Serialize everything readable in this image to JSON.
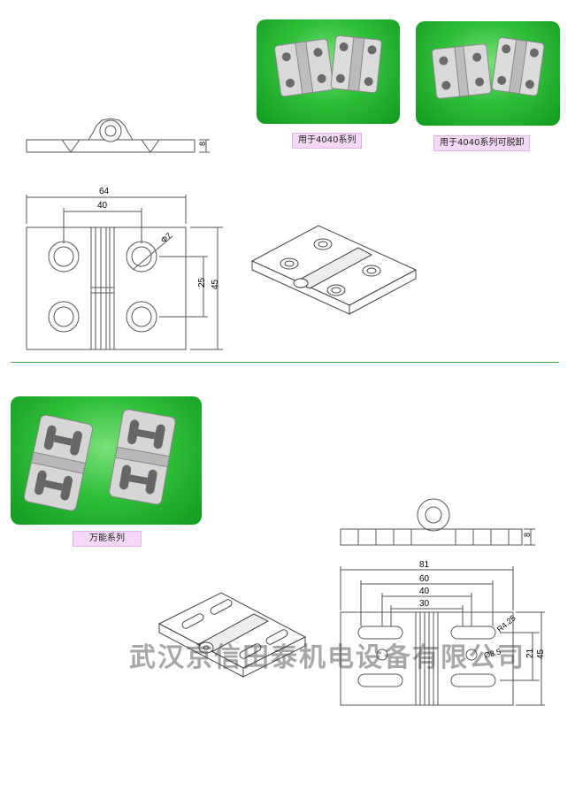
{
  "captions": {
    "series_4040": "用于4040系列",
    "series_4040_detachable": "用于4040系列可脱卸",
    "universal": "万能系列"
  },
  "dims_top": {
    "thickness": "8",
    "width": "64",
    "hole_spacing": "40",
    "hole_dia": "Φ7",
    "vert_spacing": "25",
    "height": "45"
  },
  "dims_bottom": {
    "thickness": "8",
    "width": "81",
    "slot_outer": "60",
    "slot_mid": "40",
    "slot_inner": "30",
    "slot_radius": "R4.25",
    "hole_dia": "Ø8.5",
    "vert_spacing": "21",
    "height": "45"
  },
  "watermark": "武汉京信田泰机电设备有限公司",
  "colors": {
    "green": "#2fbf3a",
    "caption_bg": "#f3d9f5",
    "line": "#555555"
  }
}
